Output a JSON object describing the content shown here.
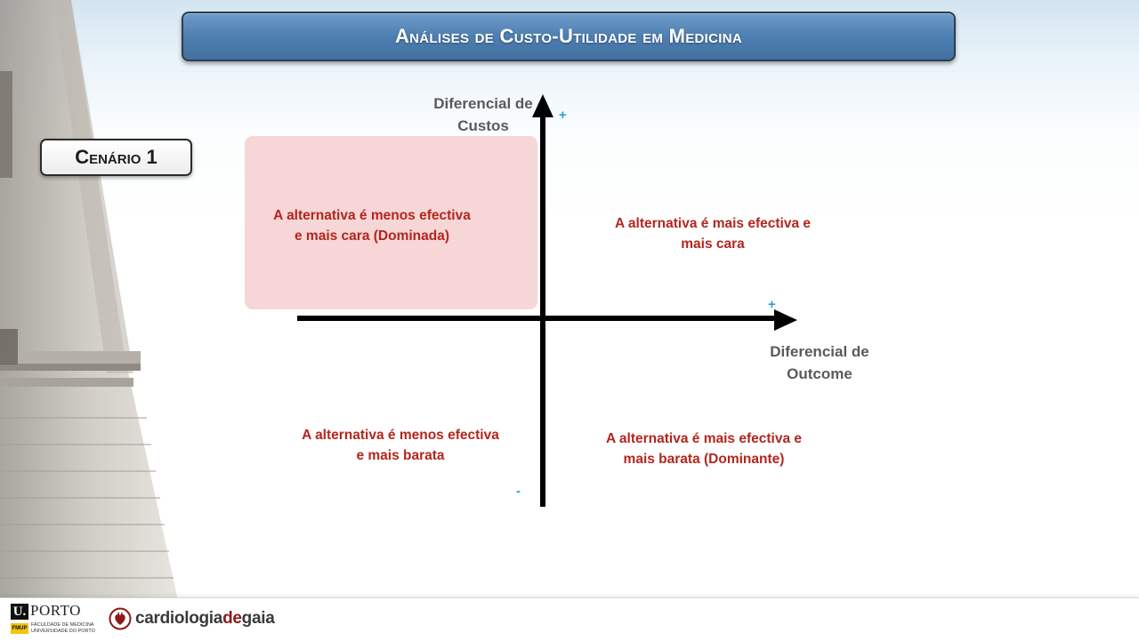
{
  "title": "Análises de Custo-Utilidade em Medicina",
  "scenario_label": "Cenário 1",
  "axes": {
    "y_label": "Diferencial de Custos",
    "y_label_lines": [
      "Diferencial de",
      "Custos"
    ],
    "x_label": "Diferencial de Outcome",
    "x_label_lines": [
      "Diferencial de",
      "Outcome"
    ],
    "y_positive_sign": "+",
    "x_positive_sign": "+",
    "negative_sign": "-"
  },
  "quadrants": {
    "top_left": {
      "lines": [
        "A alternativa é menos efectiva",
        "e mais cara (Dominada)"
      ],
      "highlighted": true
    },
    "top_right": {
      "lines": [
        "A alternativa é mais efectiva e",
        "mais cara"
      ]
    },
    "bottom_left": {
      "lines": [
        "A alternativa é menos efectiva",
        "e mais barata"
      ]
    },
    "bottom_right": {
      "lines": [
        "A alternativa é mais efectiva e",
        "mais barata (Dominante)"
      ]
    }
  },
  "colors": {
    "title_bar": "#4e7fb2",
    "quadrant_text": "#b3261e",
    "highlight": "#f6d6d6",
    "axis": "#000000",
    "sign": "#2a9fd6"
  },
  "footer": {
    "uporto": {
      "u": "U.",
      "porto": "PORTO",
      "fmup": "FMUP",
      "faculty_lines": [
        "FACULDADE DE MEDICINA",
        "UNIVERSIDADE DO PORTO"
      ]
    },
    "cardiologia": {
      "brand_pre": "cardiologia",
      "brand_de": "de",
      "brand_post": "gaia"
    }
  }
}
